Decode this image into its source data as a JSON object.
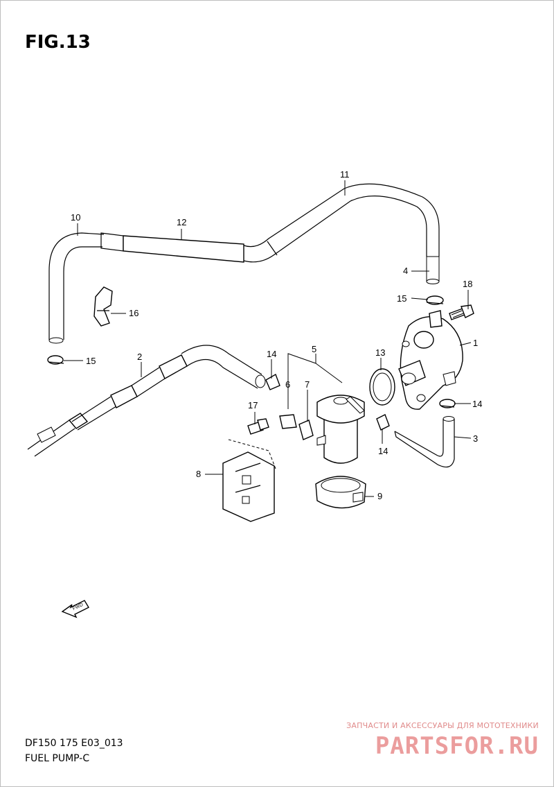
{
  "figure": {
    "title": "FIG.13"
  },
  "callouts": [
    {
      "id": "c1",
      "label": "1"
    },
    {
      "id": "c2",
      "label": "2"
    },
    {
      "id": "c3",
      "label": "3"
    },
    {
      "id": "c4",
      "label": "4"
    },
    {
      "id": "c5",
      "label": "5"
    },
    {
      "id": "c6",
      "label": "6"
    },
    {
      "id": "c7",
      "label": "7"
    },
    {
      "id": "c8",
      "label": "8"
    },
    {
      "id": "c9",
      "label": "9"
    },
    {
      "id": "c10",
      "label": "10"
    },
    {
      "id": "c11",
      "label": "11"
    },
    {
      "id": "c12",
      "label": "12"
    },
    {
      "id": "c13",
      "label": "13"
    },
    {
      "id": "c14a",
      "label": "14"
    },
    {
      "id": "c14b",
      "label": "14"
    },
    {
      "id": "c14c",
      "label": "14"
    },
    {
      "id": "c14d",
      "label": "14"
    },
    {
      "id": "c15a",
      "label": "15"
    },
    {
      "id": "c15b",
      "label": "15"
    },
    {
      "id": "c16",
      "label": "16"
    },
    {
      "id": "c17",
      "label": "17"
    },
    {
      "id": "c18",
      "label": "18"
    }
  ],
  "fwd_arrow": {
    "label": "FWD"
  },
  "footer": {
    "code": "DF150 175 E03_013",
    "name": "FUEL PUMP-C"
  },
  "watermark": {
    "caption": "ЗАПЧАСТИ И АКСЕССУАРЫ ДЛЯ МОТОТЕХНИКИ",
    "logo": "PARTSFOR.RU"
  },
  "colors": {
    "line": "#000000",
    "watermark": "#e88d8d"
  }
}
